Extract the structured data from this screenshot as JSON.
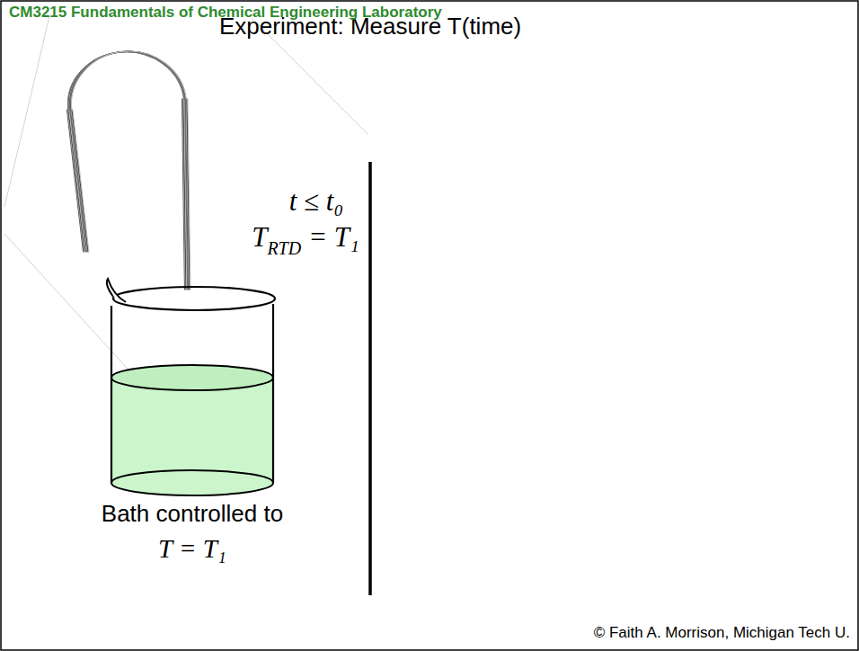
{
  "diagram": {
    "title": "Experiment: Measure T(time)",
    "labels": [
      "CM3215 Fundamentals of Chemical Engineering Laboratory",
      "t ≤ t₀",
      "T",
      "RTD",
      "= T₁",
      "Bath controlled to",
      "T = T₁",
      "© Faith A. Morrison, Michigan Tech U."
    ]
  }
}
